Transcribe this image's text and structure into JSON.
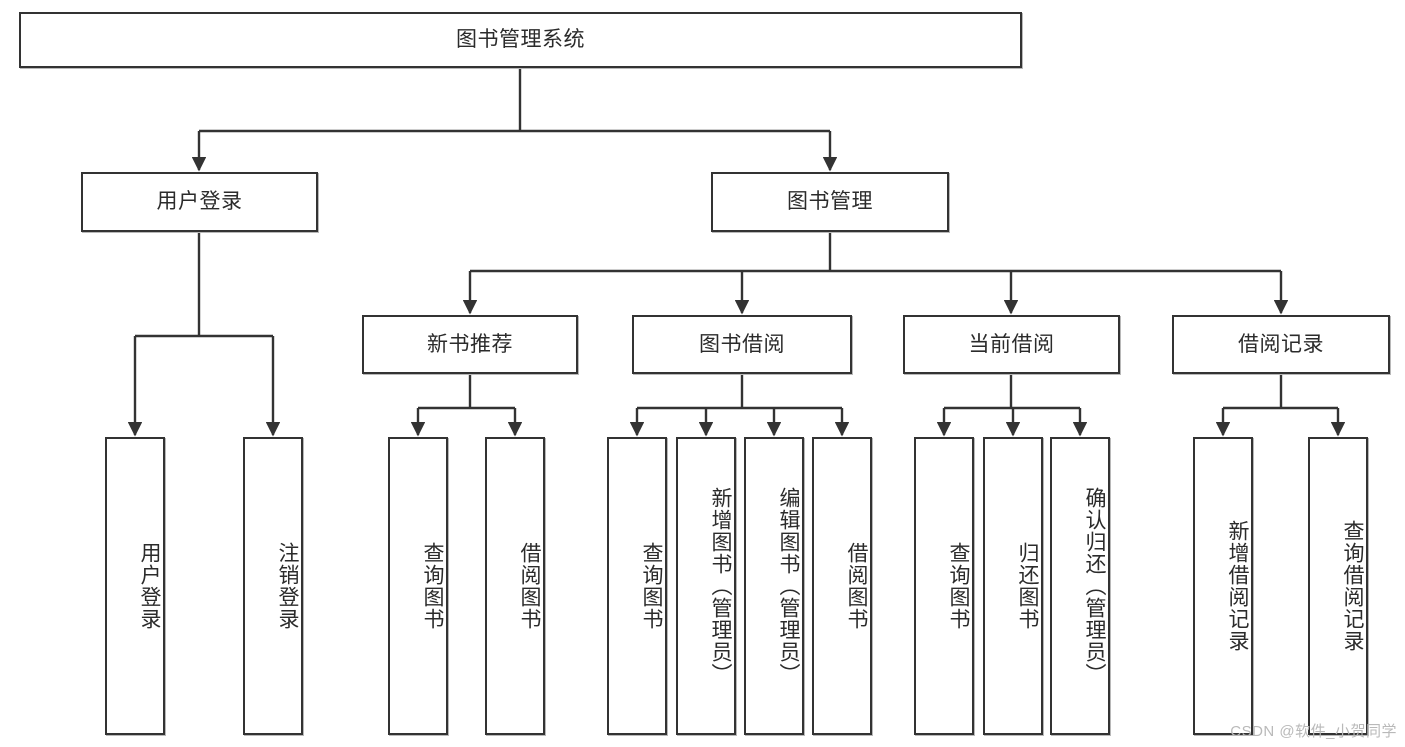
{
  "diagram": {
    "title": "图书管理系统",
    "type": "tree-structure-chart",
    "watermark": "CSDN @软件_小贺同学",
    "colors": {
      "border": "#333333",
      "background": "#ffffff",
      "text": "#2b2b2b",
      "connector": "#333333",
      "watermark": "#b9b9b9"
    },
    "nodes": {
      "root": {
        "label": "图书管理系统"
      },
      "level1": [
        {
          "label": "用户登录"
        },
        {
          "label": "图书管理"
        }
      ],
      "level2": [
        {
          "label": "新书推荐"
        },
        {
          "label": "图书借阅"
        },
        {
          "label": "当前借阅"
        },
        {
          "label": "借阅记录"
        }
      ],
      "leaves": {
        "user_login": [
          {
            "label": "用户登录"
          },
          {
            "label": "注销登录"
          }
        ],
        "new_book_recommend": [
          {
            "label": "查询图书"
          },
          {
            "label": "借阅图书"
          }
        ],
        "book_borrow": [
          {
            "label": "查询图书"
          },
          {
            "label": "新增图书（管理员）"
          },
          {
            "label": "编辑图书（管理员）"
          },
          {
            "label": "借阅图书"
          }
        ],
        "current_borrow": [
          {
            "label": "查询图书"
          },
          {
            "label": "归还图书"
          },
          {
            "label": "确认归还（管理员）"
          }
        ],
        "borrow_records": [
          {
            "label": "新增借阅记录"
          },
          {
            "label": "查询借阅记录"
          }
        ]
      }
    }
  }
}
